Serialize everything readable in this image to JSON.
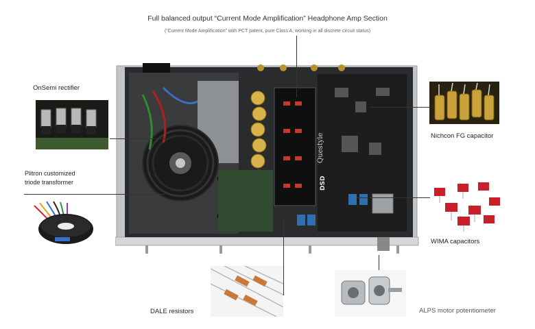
{
  "header": {
    "title": "Full balanced output “Current Mode Amplification” Headphone Amp Section",
    "subtitle": "(“Current Mode Amplification” with PCT patent, pure Class A, working in all discrete circuit status)"
  },
  "board": {
    "brand": "Questyle",
    "badge": "DSD"
  },
  "callouts": {
    "onsemi": "OnSemi rectifier",
    "plitron_line1": "Plitron customized",
    "plitron_line2": "triode transformer",
    "nichicon": "Nichcon FG capacitor",
    "wima": "WIMA capacitors",
    "dale": "DALE resistors",
    "alps": "ALPS motor potentiometer"
  },
  "colors": {
    "chassis": "#b9bcbf",
    "pcb": "#1c1c1c",
    "gold": "#c9a33a",
    "wima_red": "#c8202a",
    "wima_blue": "#2e6fb0"
  }
}
